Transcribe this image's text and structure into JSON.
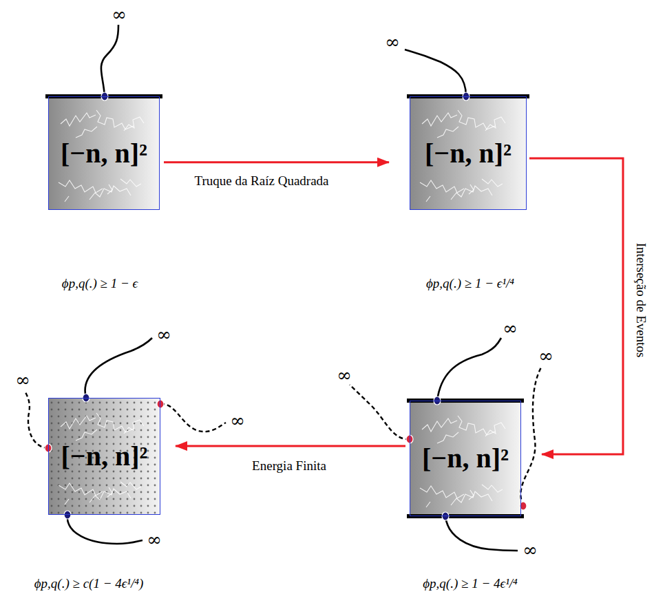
{
  "diagram": {
    "nodes": [
      {
        "text": [
          "[−n, n]²"
        ]
      },
      {
        "text": [
          "[−n, n]²"
        ]
      },
      {
        "text": [
          "[−n, n]²"
        ]
      },
      {
        "text": [
          "[−n, n]²"
        ]
      }
    ],
    "edges": [
      {
        "from": 0,
        "to": 1,
        "arrow": "to",
        "label": "Truque da Raíz Quadrada"
      },
      {
        "from": 1,
        "to": 2,
        "arrow": "to",
        "label": "Interseção de Eventos"
      },
      {
        "from": 2,
        "to": 3,
        "arrow": "to",
        "label": "Energia Finita"
      }
    ],
    "labels": [
      "∞",
      "∞",
      "ϕp,q(.) ≥ 1 − ϵ",
      "ϕp,q(.) ≥ 1 − ϵ¹/⁴",
      "∞",
      "∞",
      "∞",
      "∞",
      "∞",
      "∞",
      "∞",
      "∞",
      "ϕp,q(.) ≥ c(1 − 4ϵ¹/⁴)",
      "ϕp,q(.) ≥ 1 − 4ϵ¹/⁴"
    ]
  }
}
